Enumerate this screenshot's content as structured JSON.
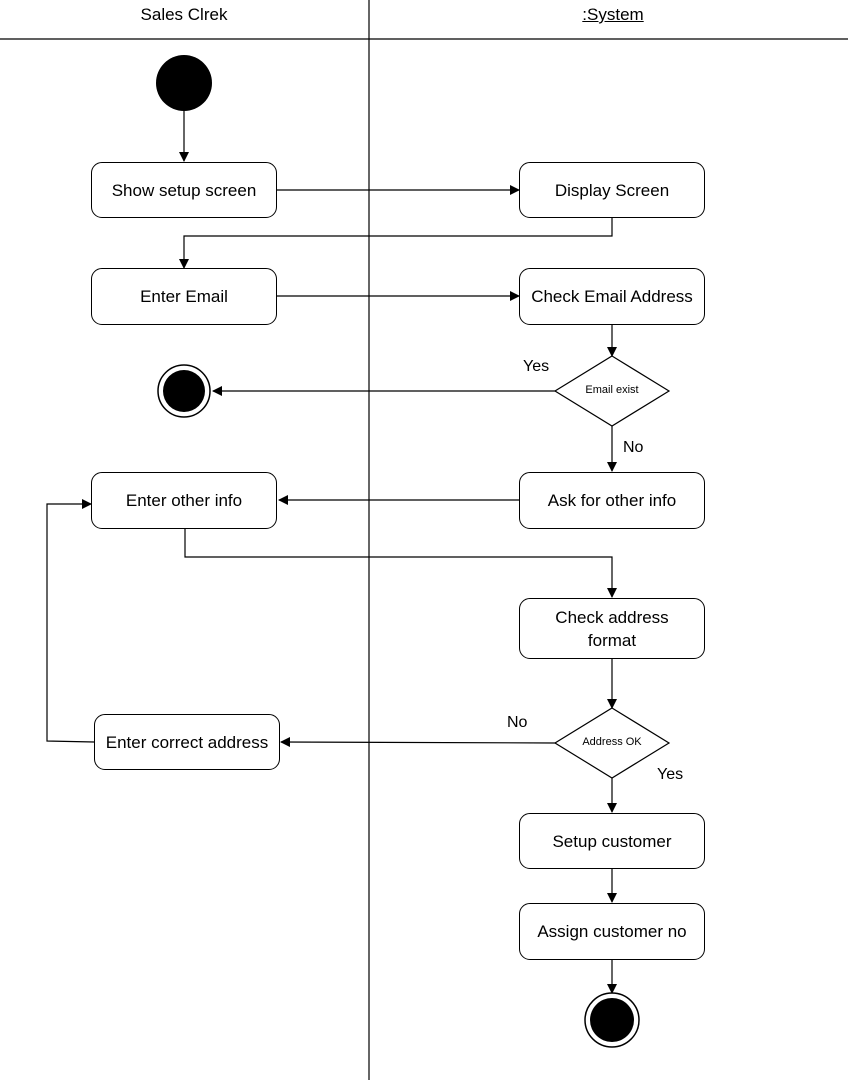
{
  "lanes": {
    "left": "Sales Clrek",
    "right": ":System"
  },
  "actions": {
    "show_setup": "Show setup screen",
    "display_screen": "Display Screen",
    "enter_email": "Enter Email",
    "check_email": "Check Email Address",
    "enter_other": "Enter other info",
    "ask_other": "Ask for other info",
    "check_address": "Check address format",
    "enter_correct": "Enter correct address",
    "setup_customer": "Setup customer",
    "assign_no": "Assign customer no"
  },
  "decisions": {
    "email_exist": "Email exist",
    "address_ok": "Address OK"
  },
  "guards": {
    "email_yes": "Yes",
    "email_no": "No",
    "addr_no": "No",
    "addr_yes": "Yes"
  }
}
